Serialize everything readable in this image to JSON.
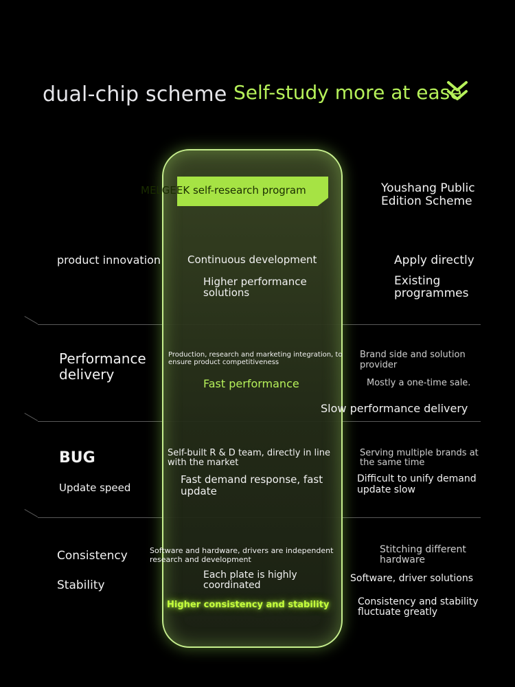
{
  "header": {
    "left_title": "dual-chip scheme",
    "right_title": "Self-study more at ease",
    "chevron_icon": "double-chevron-down-icon",
    "accent_color": "#b6f15a"
  },
  "columns": {
    "center_badge": "MELGEEK self-research program",
    "right_heading": "Youshang Public Edition Scheme"
  },
  "rows": [
    {
      "label": "product innovation",
      "center": [
        "Continuous development",
        "Higher performance solutions"
      ],
      "right": [
        "Apply directly",
        "Existing programmes"
      ]
    },
    {
      "label": "Performance delivery",
      "center": [
        "Production, research and marketing integration, to ensure product competitiveness",
        "Fast performance"
      ],
      "right": [
        "Brand side and solution provider",
        "Mostly a one-time sale.",
        "Slow performance delivery"
      ]
    },
    {
      "label": "BUG",
      "sublabel": "Update speed",
      "center": [
        "Self-built R & D team, directly in line with the market",
        "Fast demand response, fast update"
      ],
      "right": [
        "Serving multiple brands at the same time",
        "Difficult to unify demand update slow"
      ]
    },
    {
      "label": "Consistency",
      "sublabel": "Stability",
      "center": [
        "Software and hardware, drivers are independent research and development",
        "Each plate is highly coordinated",
        "Higher consistency and stability"
      ],
      "right": [
        "Stitching different hardware",
        "Software, driver solutions",
        "Consistency and stability fluctuate greatly"
      ]
    }
  ]
}
